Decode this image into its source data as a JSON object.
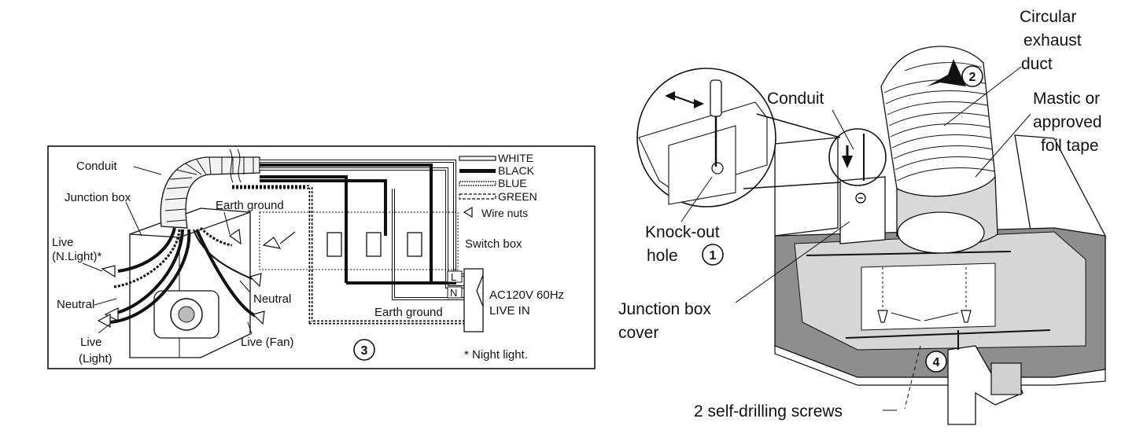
{
  "wiring_diagram": {
    "labels": {
      "conduit": "Conduit",
      "junction_box": "Junction box",
      "earth_ground_top": "Earth ground",
      "live_nlight": "Live",
      "live_nlight_sub": "(N.Light)*",
      "neutral_left": "Neutral",
      "live_light": "Live",
      "live_light_sub": "(Light)",
      "neutral_right": "Neutral",
      "live_fan": "Live (Fan)",
      "switch_box": "Switch box",
      "earth_ground_bottom": "Earth ground",
      "terminal_l": "L",
      "terminal_n": "N",
      "supply": "AC120V 60Hz",
      "supply_sub": "LIVE IN",
      "step": "3",
      "footnote": "* Night light."
    },
    "legend": [
      {
        "label": "WHITE",
        "style": "white"
      },
      {
        "label": "BLACK",
        "style": "black"
      },
      {
        "label": "BLUE",
        "style": "blue"
      },
      {
        "label": "GREEN",
        "style": "green"
      },
      {
        "label": "Wire nuts",
        "style": "nut"
      }
    ]
  },
  "install_diagram": {
    "labels": {
      "duct_1": "Circular",
      "duct_2": "exhaust",
      "duct_3": "duct",
      "mastic_1": "Mastic or",
      "mastic_2": "approved",
      "mastic_3": "foil tape",
      "conduit": "Conduit",
      "knockout_1": "Knock-out",
      "knockout_2": "hole",
      "jbcover_1": "Junction box",
      "jbcover_2": "cover",
      "screws": "2 self-drilling screws"
    },
    "steps": {
      "step1": "1",
      "step2": "2",
      "step4": "4"
    }
  }
}
